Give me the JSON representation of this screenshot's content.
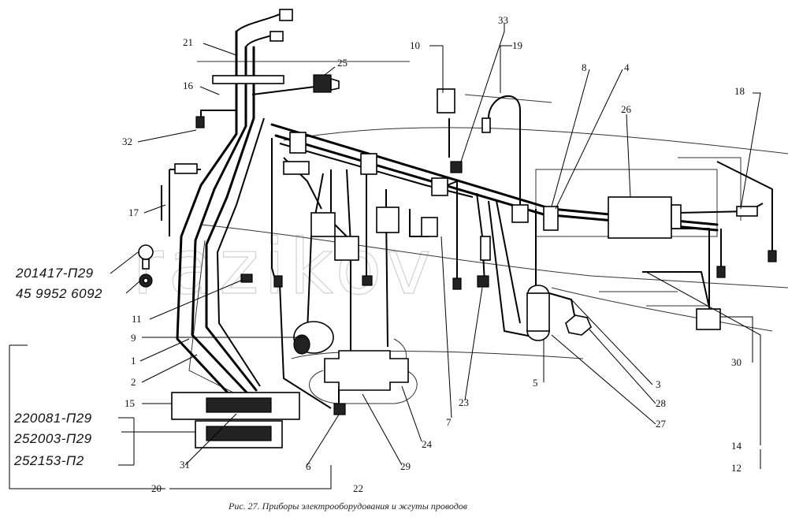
{
  "caption": "Рис. 27. Приборы электрооборудования и жгуты проводов",
  "watermark": "razikov",
  "callouts": {
    "n1": "1",
    "n2": "2",
    "n3": "3",
    "n4": "4",
    "n5": "5",
    "n6": "6",
    "n7": "7",
    "n8": "8",
    "n9": "9",
    "n10": "10",
    "n11": "11",
    "n12": "12",
    "n14": "14",
    "n15": "15",
    "n16": "16",
    "n17": "17",
    "n18": "18",
    "n19": "19",
    "n20": "20",
    "n21": "21",
    "n22": "22",
    "n23": "23",
    "n24": "24",
    "n25": "25",
    "n26": "26",
    "n27": "27",
    "n28": "28",
    "n29": "29",
    "n30": "30",
    "n31": "31",
    "n32": "32",
    "n33": "33"
  },
  "parts": {
    "bolt": "201417-П29",
    "washer": "45 9952 6092",
    "p220081": "220081-П29",
    "p252003": "252003-П29",
    "p252153": "252153-П2"
  }
}
